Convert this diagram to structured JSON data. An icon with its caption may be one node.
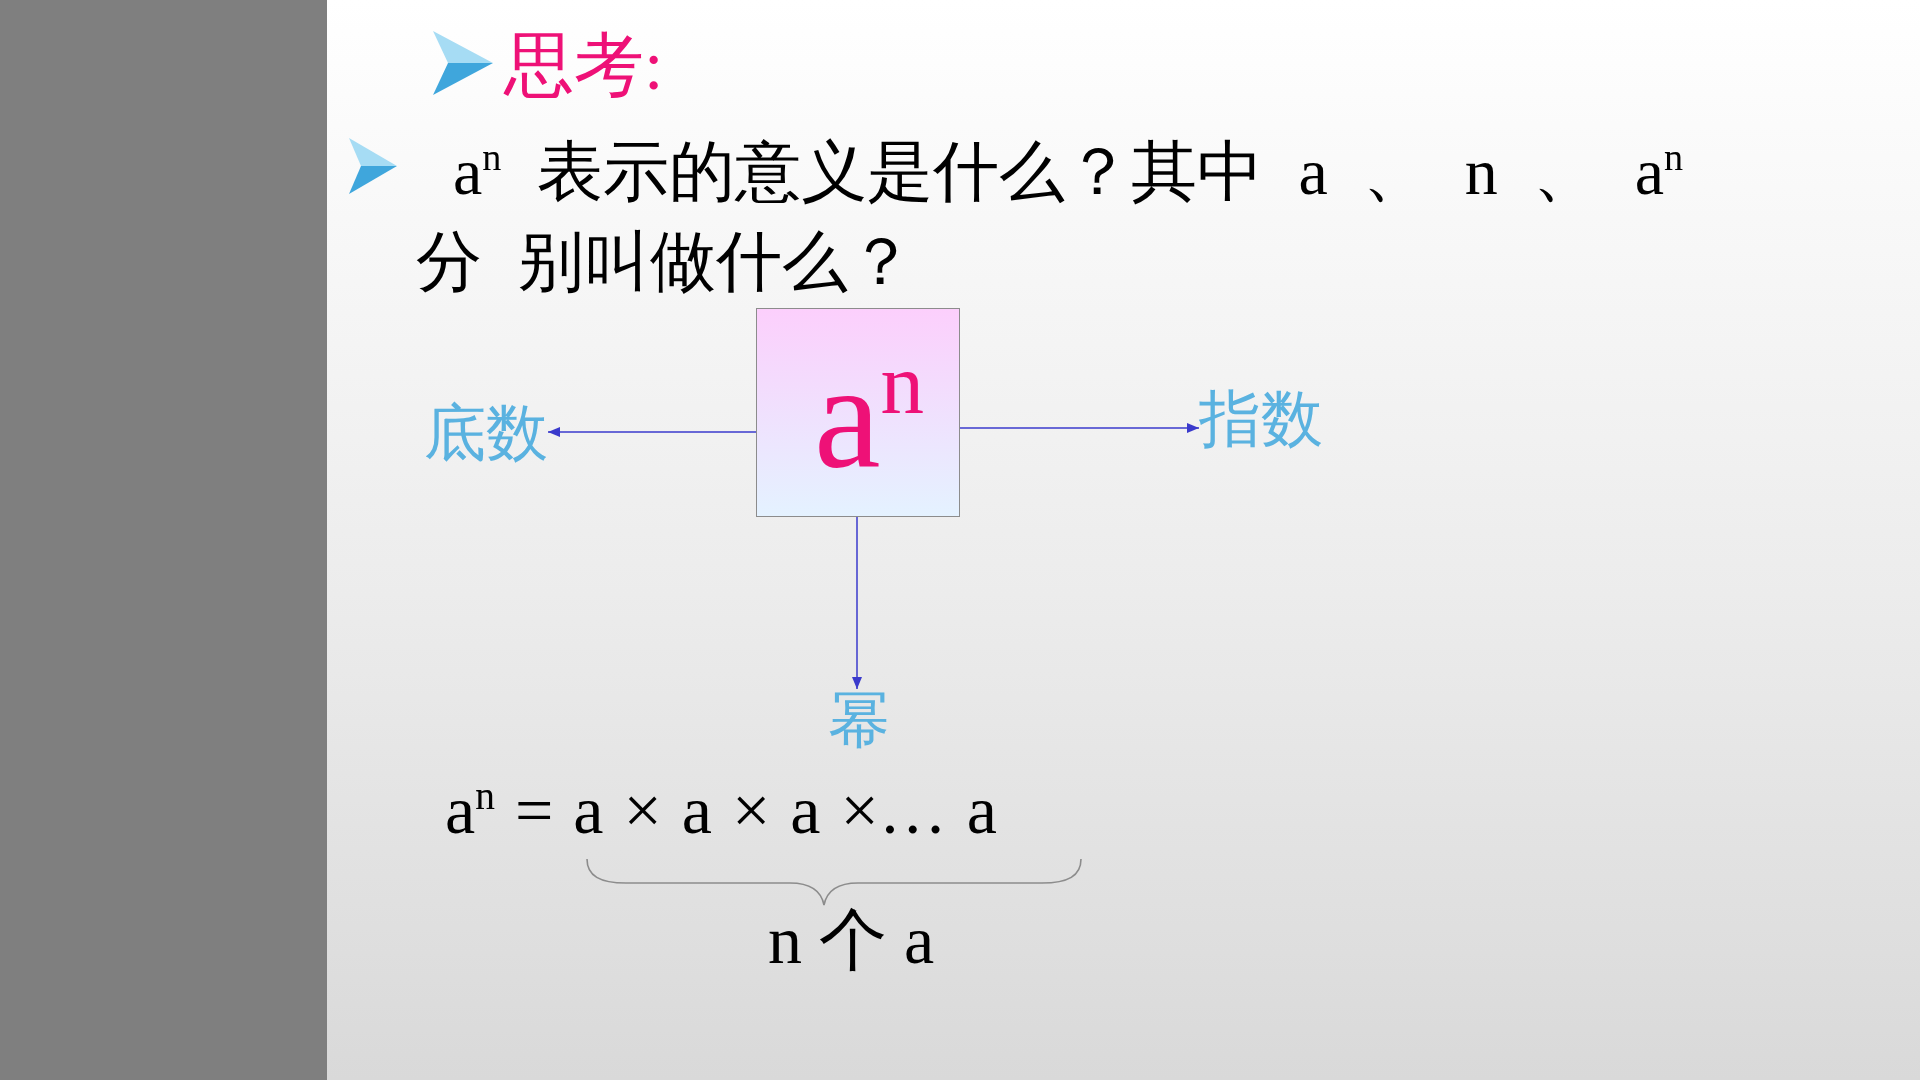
{
  "diagram": {
    "title": "思考:",
    "nodes": [
      {
        "text": [
          "a$^{n}$"
        ]
      },
      {
        "text": [
          "底数"
        ]
      },
      {
        "text": [
          "指数"
        ]
      },
      {
        "text": [
          "幂"
        ]
      }
    ],
    "edges": [
      {
        "from": 0,
        "to": 1,
        "arrow": "to"
      },
      {
        "from": 0,
        "to": 2,
        "arrow": "to"
      },
      {
        "from": 0,
        "to": 3,
        "arrow": "to"
      }
    ],
    "labels": [
      "a$^{n}$ 表示的意义是什么？其中 a 、 n 、 a$^{n}$分 别叫做什么？",
      "a$^{n}$ = a × a × a ×… a",
      "n 个 a"
    ]
  }
}
